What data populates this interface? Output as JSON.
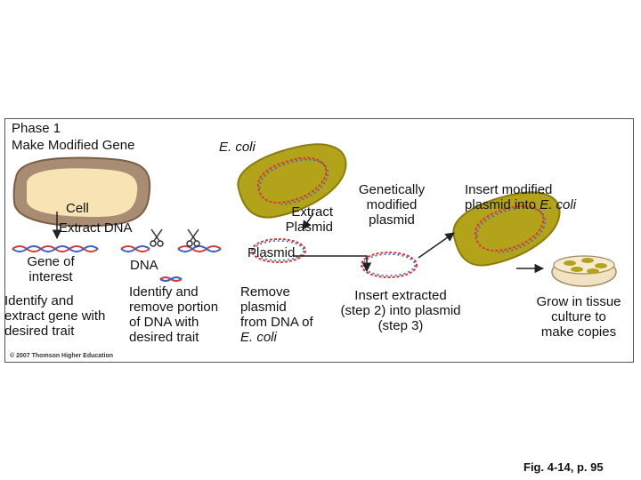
{
  "phase": {
    "line1": "Phase 1",
    "line2": "Make Modified Gene"
  },
  "ecoli_title": "E. coli",
  "cell": {
    "label": "Cell",
    "extract": "Extract DNA"
  },
  "gene": {
    "line1": "Gene of",
    "line2": "interest"
  },
  "dna_label": "DNA",
  "step1": {
    "line1": "Identify and",
    "line2": "extract gene with",
    "line3": "desired trait"
  },
  "step2": {
    "line1": "Identify and",
    "line2": "remove portion",
    "line3": "of DNA with",
    "line4": "desired trait"
  },
  "extract_plasmid": {
    "line1": "Extract",
    "line2": "Plasmid"
  },
  "plasmid_label": "Plasmid",
  "genetically": {
    "line1": "Genetically",
    "line2": "modified",
    "line3": "plasmid"
  },
  "insert_modified": {
    "line1": "Insert modified",
    "line2_prefix": "plasmid into ",
    "line2_italic": "E. coli"
  },
  "step3": {
    "line1": "Remove",
    "line2": "plasmid",
    "line3": "from DNA of",
    "line4": "E. coli"
  },
  "step4": {
    "line1": "Insert extracted",
    "line2": "(step 2) into plasmid",
    "line3": "(step 3)"
  },
  "grow": {
    "line1": "Grow in tissue",
    "line2": "culture to",
    "line3": "make copies"
  },
  "copyright": "© 2007 Thomson Higher Education",
  "figure_ref": "Fig. 4-14, p. 95",
  "colors": {
    "cell_fill": "#a88c73",
    "cell_edge": "#7a5e46",
    "cell_nucleus": "#f7e3b3",
    "bacterium_fill": "#b3a31a",
    "bacterium_edge": "#8a7d0e",
    "dna_red": "#d43a3a",
    "dna_blue": "#3a5fc4",
    "arrow": "#222222",
    "dish": "#f1e2c2"
  }
}
